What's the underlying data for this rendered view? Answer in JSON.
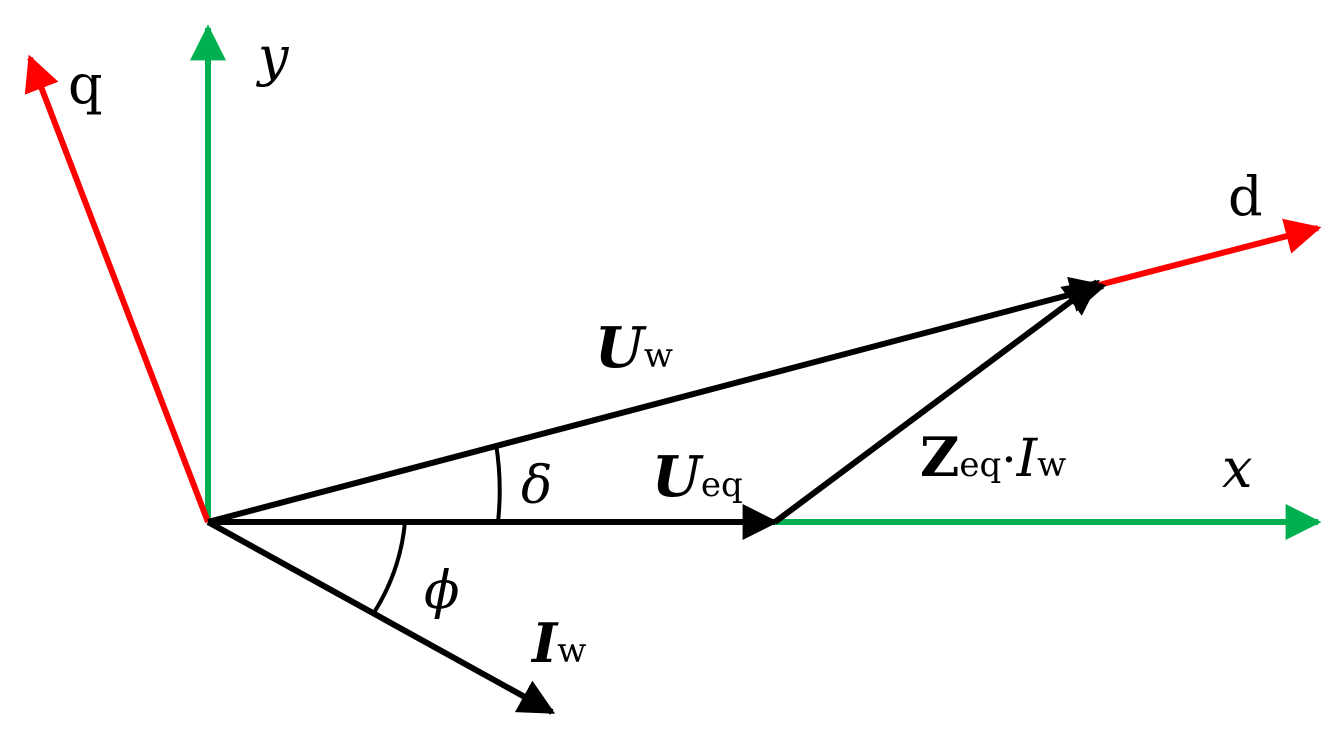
{
  "colors": {
    "dq_axes": "#ff0000",
    "xy_axes": "#00b050",
    "phasors": "#000000"
  },
  "labels": {
    "q_axis": "q",
    "y_axis": "y",
    "d_axis": "d",
    "x_axis": "x",
    "uw_main": "U",
    "uw_sub": "w",
    "ueq_main": "U",
    "ueq_sub": "eq",
    "zeq_main": "Z",
    "zeq_sub": "eq",
    "zeq_dot": "·",
    "zeq_i": "I",
    "zeq_i_sub": "w",
    "iw_main": "I",
    "iw_sub": "w",
    "delta": "δ",
    "phi": "ϕ"
  }
}
